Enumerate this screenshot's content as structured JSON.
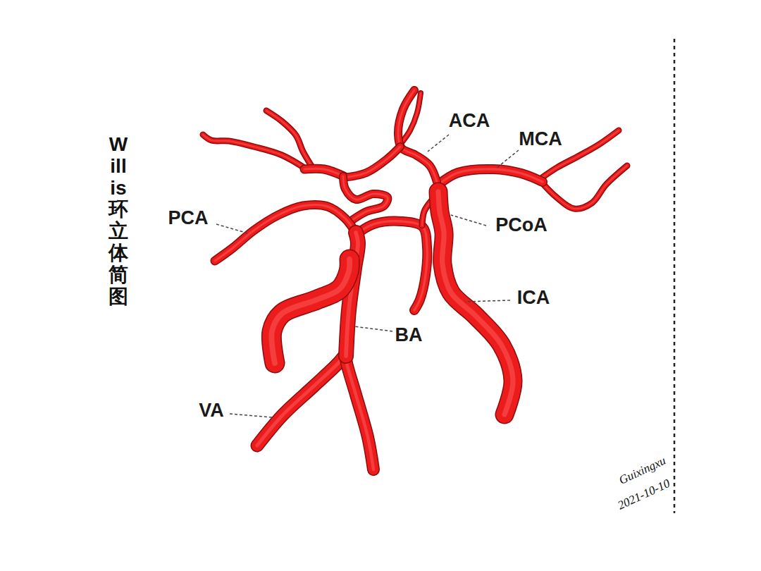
{
  "diagram": {
    "title": "Willis环立体简图",
    "labels": [
      "ACA",
      "MCA",
      "PCA",
      "PCoA",
      "ICA",
      "BA",
      "VA",
      "Guixingxu",
      "2021-10-10"
    ]
  }
}
